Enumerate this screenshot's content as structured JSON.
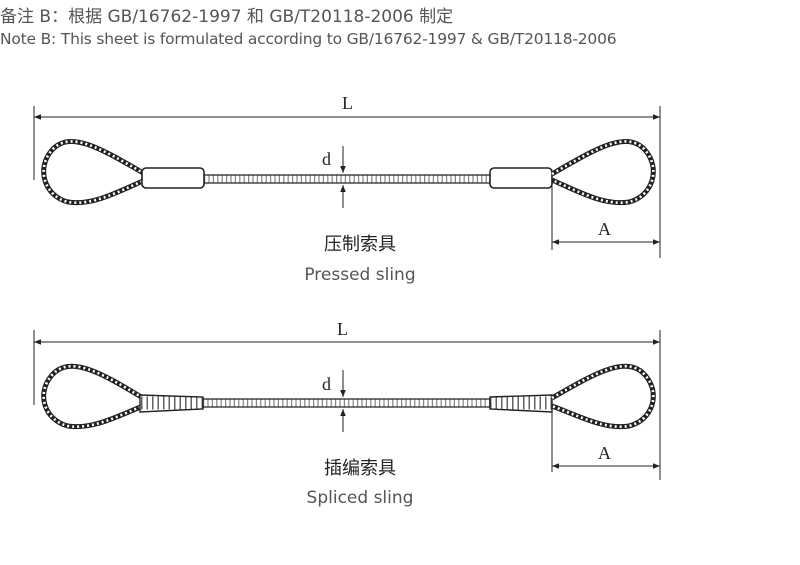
{
  "note": {
    "cn": "备注 B：根据 GB/16762-1997 和 GB/T20118-2006 制定",
    "en": "Note B: This sheet is formulated according to GB/16762-1997 & GB/T20118-2006"
  },
  "slings": [
    {
      "cn": "压制索具",
      "en": "Pressed sling",
      "length_label": "L",
      "diameter_label": "d",
      "eye_label": "A"
    },
    {
      "cn": "插编索具",
      "en": "Spliced sling",
      "length_label": "L",
      "diameter_label": "d",
      "eye_label": "A"
    }
  ],
  "colors": {
    "line": "#222222",
    "text": "#555555"
  }
}
